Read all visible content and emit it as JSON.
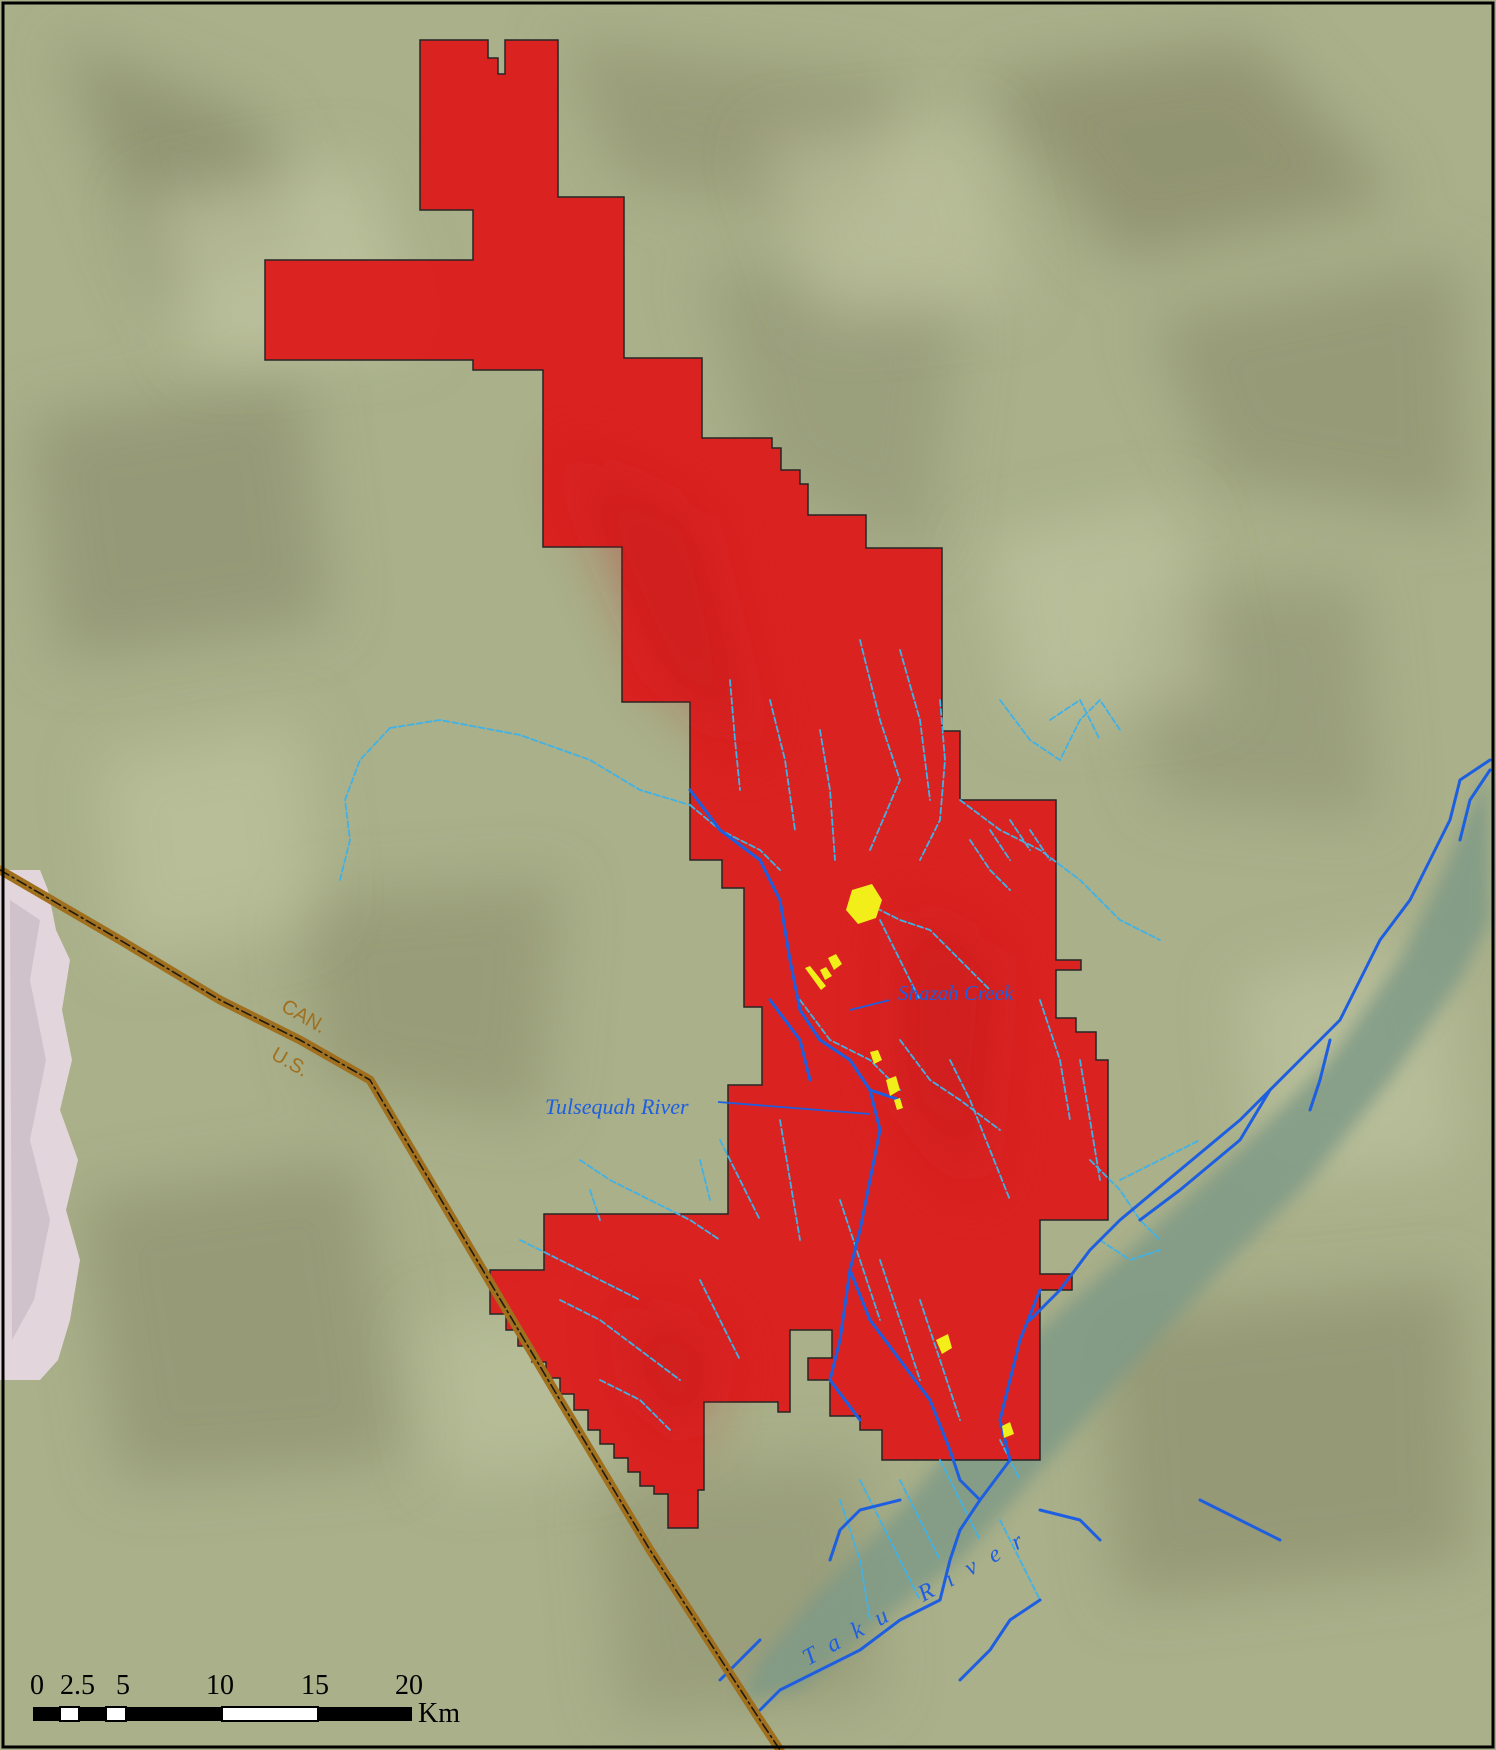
{
  "labels": {
    "border_upper": "CAN.",
    "border_lower": "U.S.",
    "shazah_creek": "Shazah Creek",
    "tulsequah_river": "Tulsequah River",
    "taku_river": "Taku River"
  },
  "scale_bar": {
    "ticks": [
      "0",
      "2.5",
      "5",
      "10",
      "15",
      "20"
    ],
    "unit": "Km"
  },
  "colors": {
    "terrain_base": "#a9b08a",
    "terrain_shadow": "#8c8e6c",
    "claim_area": "#dc1e1e",
    "mine_features": "#f2ee1a",
    "major_river": "#1d5fe0",
    "minor_stream": "#3fb2e8",
    "river_valley": "#7f9a86",
    "border_line": "#a0701e",
    "snow_ice": "#e2d6dc",
    "frame": "#000000"
  },
  "legend_icons": [
    "hillshade-terrain",
    "claim-polygon",
    "stream-network",
    "international-border"
  ]
}
